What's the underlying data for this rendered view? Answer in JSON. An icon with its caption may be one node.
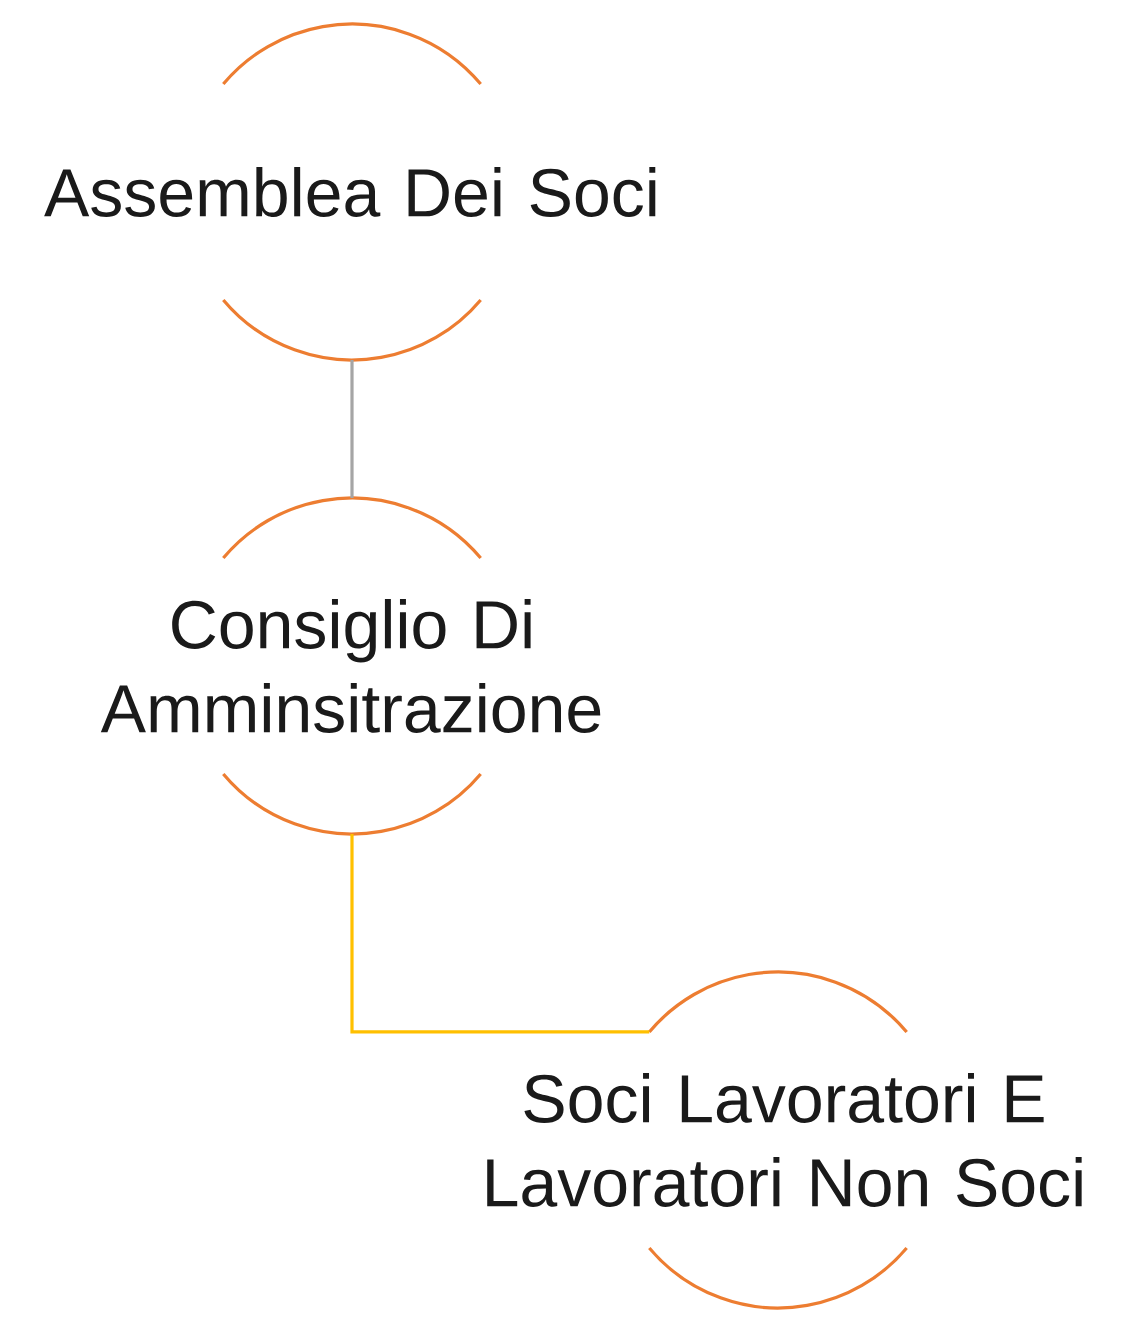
{
  "diagram": {
    "nodes": [
      {
        "text": [
          "Assemblea Dei Soci"
        ]
      },
      {
        "text": [
          "Consiglio Di Amminsitrazione"
        ]
      },
      {
        "text": [
          "Soci Lavoratori E Lavoratori Non Soci"
        ]
      }
    ],
    "edges": [
      {
        "from": 0,
        "to": 1,
        "arrow": "none",
        "color": "#a5a5a5"
      },
      {
        "from": 1,
        "to": 2,
        "arrow": "none",
        "color": "#ffc000"
      }
    ]
  }
}
